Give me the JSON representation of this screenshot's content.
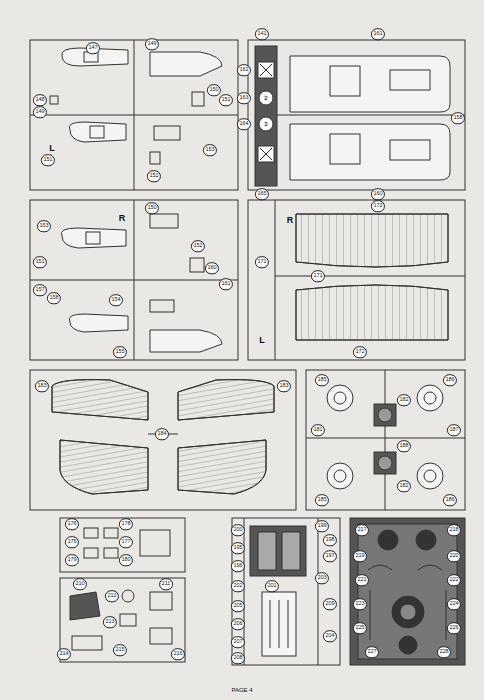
{
  "diagram": {
    "labels": [
      "147",
      "149",
      "148",
      "149",
      "150",
      "151",
      "151",
      "152",
      "153",
      "L",
      "141",
      "161",
      "162",
      "163",
      "164",
      "165",
      "160",
      "158",
      "2",
      "3",
      "R",
      "150",
      "153",
      "151",
      "152",
      "157",
      "158",
      "160",
      "161",
      "154",
      "155",
      "R",
      "172",
      "171",
      "171",
      "L",
      "172",
      "183",
      "183",
      "184",
      "185",
      "186",
      "182",
      "181",
      "187",
      "188",
      "182",
      "185",
      "186",
      "176",
      "178",
      "175",
      "177",
      "179",
      "180",
      "210",
      "211",
      "212",
      "213",
      "214",
      "215",
      "216",
      "200",
      "199",
      "198",
      "197",
      "195",
      "196",
      "203",
      "202",
      "201",
      "205",
      "206",
      "207",
      "208",
      "209",
      "204",
      "217",
      "218",
      "219",
      "220",
      "221",
      "222",
      "223",
      "224",
      "225",
      "226",
      "227",
      "228",
      "PAGE 4"
    ]
  }
}
